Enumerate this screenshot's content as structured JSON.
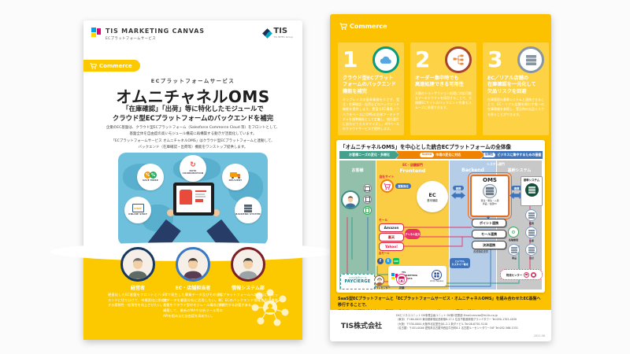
{
  "colors": {
    "brand_yellow": "#fcc800",
    "accent_red": "#d7263d",
    "band_teal": "#43a08a",
    "band_orange": "#ef8200",
    "band_blue": "#3f74ba",
    "oms_orange": "#e96c1e"
  },
  "page_left": {
    "header": {
      "brand": "TIS MARKETING CANVAS",
      "brand_sub": "ECプラットフォームサービス",
      "tis_logo": "TIS",
      "tis_group": "TIS INTEC Group"
    },
    "commerce_badge": "Commerce",
    "kicker": "ECプラットフォームサービス",
    "title": "オムニチャネルOMS",
    "subtitle_line1": "「在庫確認」「出荷」等に特化したモジュールで",
    "subtitle_line2": "クラウド型ECプラットフォームのバックエンドを補完",
    "intro": {
      "l1": "企業のEC基盤は、クラウド型ECプラットフォーム（Salesforce Commerce Cloud 等）をフロントとして、",
      "l2": "基盤全体を自由度の高いモジュール構成に再構築する動きが活発化しています。",
      "l3": "「ECプラットフォームサービス オムニチャネルOMS」はクラウド型ECプラットフォームと連動して、",
      "l4": "バックエンド（在庫確認・出荷等）機能をワンストップ提供します。"
    },
    "illustration": {
      "bubbles": [
        {
          "label": "SAVE MORE"
        },
        {
          "label": "DATA COORDINATION"
        },
        {
          "label": "DELIVERY"
        },
        {
          "label": "ONLINE SHOP"
        },
        {
          "label": "BACKEND SYSTEM"
        }
      ]
    },
    "personas": [
      {
        "name": "経営者",
        "desc": "硬直化したEC基盤をフロントとバックエンドに切り分けて、市場変化に即応できる柔軟性・拡張性を向上させたい。"
      },
      {
        "name": "EC・店舗担当者",
        "desc": "ECで発生した購買データ及びその他店舗データを顧客分析に活用したい。EC基盤をクラウド型のモジュール構成に再構築して、最新のMAや分析ツール等のAPIを組み込む自由度を高めたい。"
      },
      {
        "name": "情報システム部",
        "desc": "ECプラットフォームへの移行にあたって、ECのバックエンド領域を担う機能を補完する必要がある。"
      }
    ]
  },
  "page_right": {
    "commerce_label": "Commerce",
    "features": [
      {
        "number": "1",
        "title": "クラウド型ECプラット\nフォームのバックエンド\n機能を補完",
        "body": "オンプレミスの基幹業務を介さず、受注・在庫確認・出荷などのバックエンド機能を提供します。豊富なEC構築ノウハウをベースにOMSの全体アーキテクチャを標準機能として定義し、個社要件にあわせてカスタマイズし、APIベースのクラウドサービスで提供します。"
      },
      {
        "number": "2",
        "title": "オーダー集中時でも\n高速処理できる可用性",
        "body": "大量のトランザクション処理に対応可能なアーキテクチャを採用することで、大規模ECサイトのバックエンド作業もスムーズに処理できます。"
      },
      {
        "number": "3",
        "title": "EC／リアル店舗の\n在庫確認を一元化して\n欠品リスクを回避",
        "body": "在庫管理の基幹システムと連携させることで、EC・リアル店舗を問わず唯一の在庫情報を参照し、受注時の欠品リスクを防ぐことができます。"
      }
    ],
    "diagram": {
      "title": "「オムニチャネルOMS」を中心とした統合ECプラットフォームの全体像",
      "band": {
        "seg1": "お客様ニーズの変化・多様化",
        "badge1": "Speed",
        "seg2": "市場の変化に対応",
        "badge2": "信頼性",
        "seg3": "ビジネスに集中するための基盤"
      },
      "columns": {
        "customer": "お客様",
        "frontend_dept": "EC・店舗部門",
        "frontend": "Frontend",
        "system_dept": "システム部門",
        "backend": "Backend",
        "core": "基幹システム"
      },
      "labels": {
        "own_site": "自社サイト",
        "direct_sales": "直販強化",
        "ec_main": "EC",
        "ec_sub": "基本機能",
        "link": "連携",
        "oms": "OMS",
        "oms_modules1": "受注・発注・入荷",
        "oms_modules2": "商品・在庫EC",
        "core_box": "基幹システム",
        "mall": "モール",
        "mall_items": [
          "Amazon",
          "楽天",
          "Yahoo!"
        ],
        "channel_expand": "チャネル拡大",
        "each_mall": "各モール",
        "point_link": "ポイント連携",
        "mall_link": "モール連携",
        "pay_link": "決済連携",
        "various_link": "各種機能連携",
        "loyal": "ロイヤル\nカスタマー育成",
        "canvas_brand": "TIS\nMARKETING\nCANVAS",
        "omni_square": "Omni Square",
        "contact_center": "コンタクトセンター",
        "store": "店舗",
        "pay_tool": "スマホ決済ツール",
        "payciege": "PAYCIERGE",
        "logistics": "物流センター",
        "core_circles": [
          "販売",
          "在庫",
          "会計",
          "商品"
        ],
        "mgmt": "各種管理"
      }
    },
    "summary_line1": "SaaS型ECプラットフォームと「ECプラットフォームサービス・オムニチャネルOMS」を組み合わせたEC基盤へ移行することで、",
    "summary_line2": "柔軟性・拡張性が向上し、最新のデジタルマーケティングツールを迅速に採用できます。",
    "footer": {
      "company": "TIS株式会社",
      "dept": "DXビジネスユニット DX事業企画ユニット DX第2営業部 Email:canvas@ml.tis.co.jp",
      "addr1": "〈東京〉〒160-0023 東京都新宿区西新宿8-17-1 住友不動産新宿グランドタワー Tel:050-1702-4030",
      "addr2": "〈大阪〉〒530-0004 大阪市北区堂島浜1-2-1 新ダイビル Tel:06-6730-3140",
      "addr3": "〈名古屋〉〒451-0046 愛知県名古屋市西区牛島町6-1 名古屋ルーセントタワー34F Tel:052-566-1331",
      "code": "2021.06"
    }
  }
}
